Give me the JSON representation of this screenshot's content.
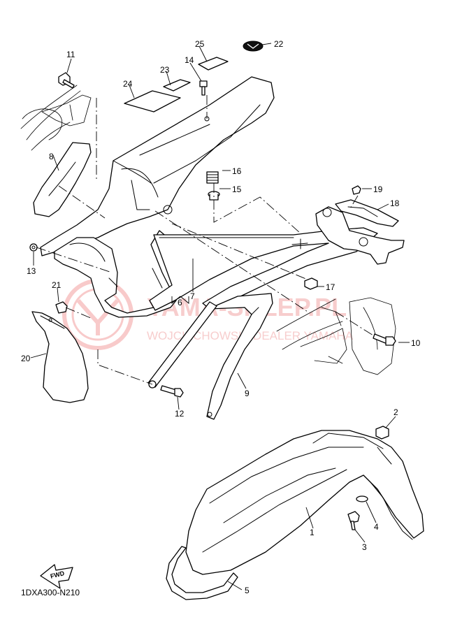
{
  "diagram": {
    "code": "1DXA300-N210",
    "fwd_label": "FWD",
    "watermark": {
      "brand": "YAMA-SKLEP.PL",
      "tagline": "WOJCIECHOWSKI DEALER YAMAHA"
    },
    "callouts": [
      {
        "id": "1",
        "label": "1"
      },
      {
        "id": "2",
        "label": "2"
      },
      {
        "id": "3",
        "label": "3"
      },
      {
        "id": "4",
        "label": "4"
      },
      {
        "id": "5",
        "label": "5"
      },
      {
        "id": "6",
        "label": "6"
      },
      {
        "id": "7",
        "label": "7"
      },
      {
        "id": "8",
        "label": "8"
      },
      {
        "id": "9",
        "label": "9"
      },
      {
        "id": "10",
        "label": "10"
      },
      {
        "id": "11",
        "label": "11"
      },
      {
        "id": "12",
        "label": "12"
      },
      {
        "id": "13",
        "label": "13"
      },
      {
        "id": "14",
        "label": "14"
      },
      {
        "id": "15",
        "label": "15"
      },
      {
        "id": "16",
        "label": "16"
      },
      {
        "id": "17",
        "label": "17"
      },
      {
        "id": "18",
        "label": "18"
      },
      {
        "id": "19",
        "label": "19"
      },
      {
        "id": "20",
        "label": "20"
      },
      {
        "id": "21",
        "label": "21"
      },
      {
        "id": "22",
        "label": "22"
      },
      {
        "id": "23",
        "label": "23"
      },
      {
        "id": "24",
        "label": "24"
      },
      {
        "id": "25",
        "label": "25"
      }
    ]
  }
}
